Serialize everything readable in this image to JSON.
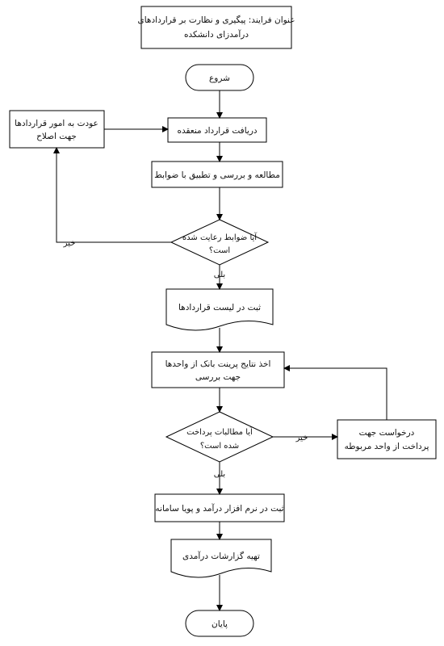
{
  "diagram": {
    "title": [
      "عنوان فرایند: پیگیری و نظارت بر قراردادهای",
      "درآمدزای دانشکده"
    ],
    "start": "شروع",
    "receive": "دریافت قرارداد منعقده",
    "review": "مطالعه و بررسی و تطبیق با ضوابط",
    "return_box": [
      "عودت به امور قراردادها",
      "جهت اصلاح"
    ],
    "decision1": [
      "آیا ضوابط رعایت شده",
      "است؟"
    ],
    "no1": "خیر",
    "yes1": "بلی",
    "register_list": "ثبت در لیست قراردادها",
    "bank_results": [
      "اخذ نتایج پرینت بانک از واحدها",
      "جهت بررسی"
    ],
    "decision2": [
      "آیا مطالبات پرداخت",
      "شده است؟"
    ],
    "no2": "خیر",
    "yes2": "بلی",
    "payment_request": [
      "درخواست جهت",
      "پرداخت از واحد مربوطه"
    ],
    "register_software": "ثبت در نرم افزار درآمد و پویا سامانه",
    "reports": "تهیه گزارشات درآمدی",
    "end": "پایان"
  }
}
